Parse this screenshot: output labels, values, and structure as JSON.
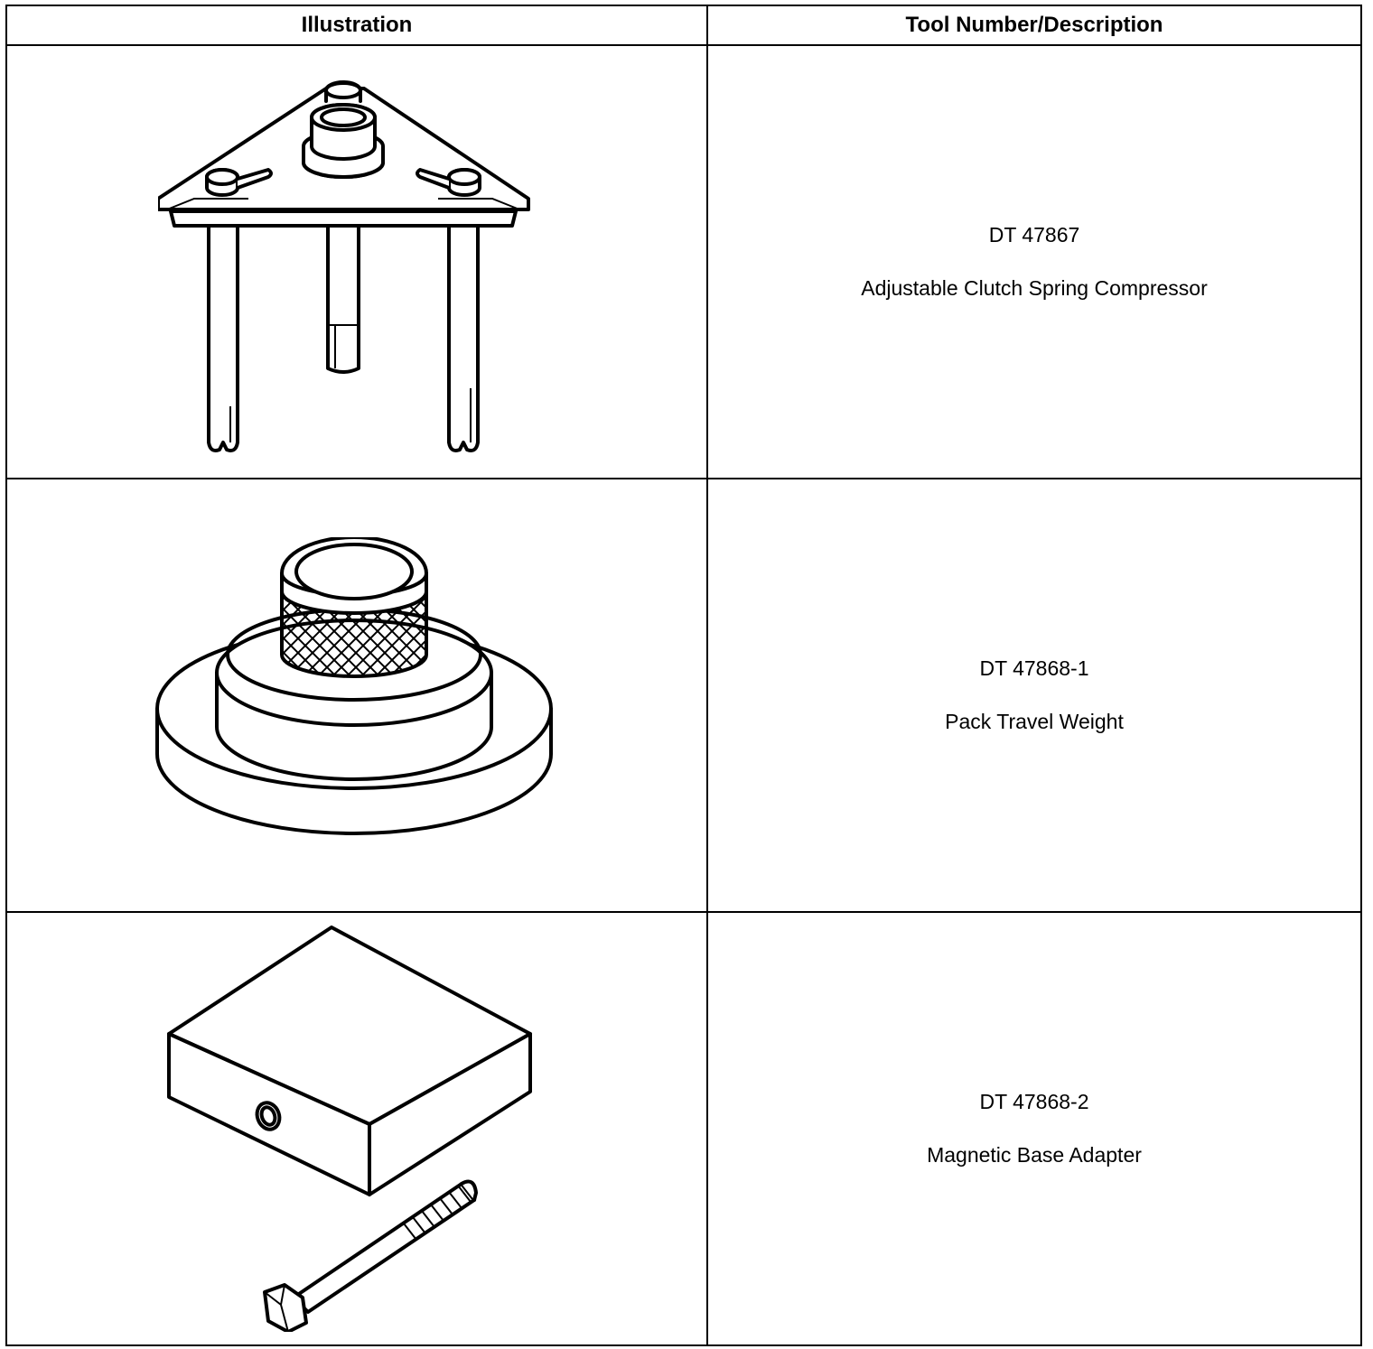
{
  "table": {
    "headers": {
      "illustration": "Illustration",
      "tool": "Tool Number/Description"
    },
    "rows": [
      {
        "tool_number": "DT 47867",
        "description": "Adjustable Clutch Spring Compressor",
        "icon": "clutch-spring-compressor-icon"
      },
      {
        "tool_number": "DT 47868-1",
        "description": "Pack Travel Weight",
        "icon": "pack-travel-weight-icon"
      },
      {
        "tool_number": "DT 47868-2",
        "description": "Magnetic Base Adapter",
        "icon": "magnetic-base-adapter-icon"
      }
    ]
  }
}
